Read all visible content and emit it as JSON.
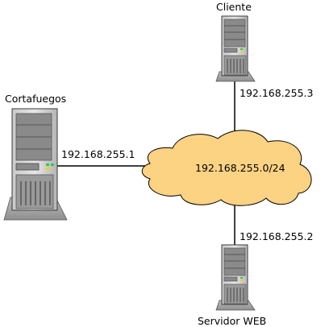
{
  "nodes": {
    "firewall": {
      "name": "Cortafuegos",
      "ip": "192.168.255.1"
    },
    "client": {
      "name": "Cliente",
      "ip": "192.168.255.3"
    },
    "webserver": {
      "name": "Servidor WEB",
      "ip": "192.168.255.2"
    }
  },
  "network": {
    "label": "192.168.255.0/24"
  },
  "colors": {
    "cloud_fill": "#fcd283",
    "cloud_stroke": "#000000",
    "server_gray": "#8a8a8a"
  },
  "icons": [
    "server-tower-icon",
    "network-cloud-icon"
  ]
}
